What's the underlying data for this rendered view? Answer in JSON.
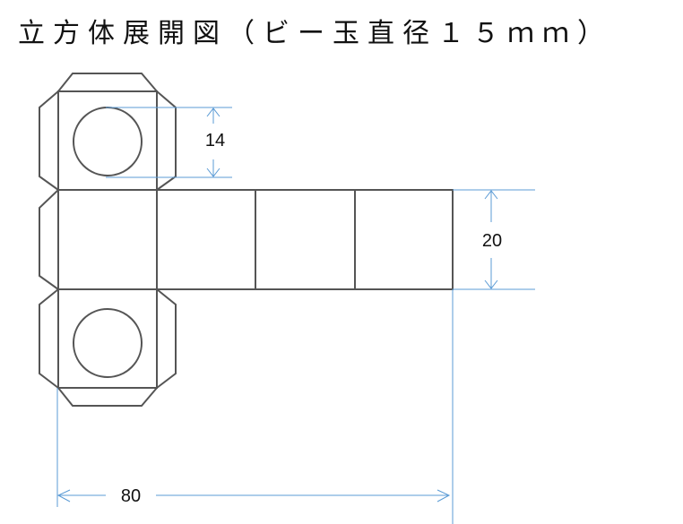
{
  "title": "立方体展開図（ビー玉直径１５ｍｍ）",
  "dimensions": {
    "hole_height": "14",
    "face_height": "20",
    "strip_width": "80"
  },
  "colors": {
    "outline": "#555555",
    "dimension": "#5b9bd5"
  }
}
